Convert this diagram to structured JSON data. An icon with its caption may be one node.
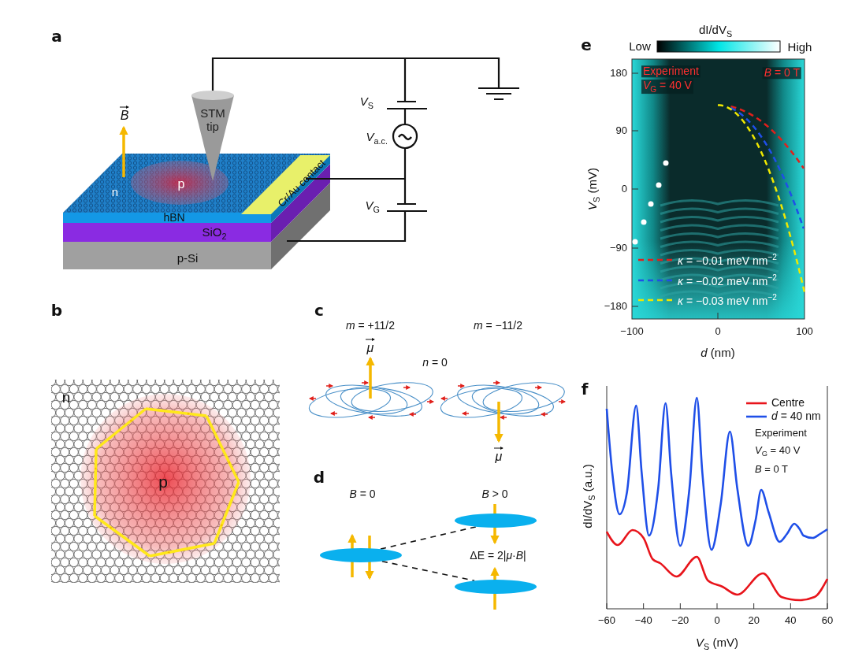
{
  "diagram": {
    "nodes": [
      {
        "text": [],
        "shape": "ellipse"
      },
      {
        "text": [],
        "shape": "ellipse"
      },
      {
        "text": [],
        "shape": "ellipse"
      }
    ],
    "edges": [
      {
        "from": 0,
        "to": 1,
        "arrow": "none",
        "style": "dashed"
      },
      {
        "from": 0,
        "to": 2,
        "arrow": "none",
        "style": "dashed"
      }
    ],
    "labels": [
      "a",
      "B",
      "STM tip",
      "n",
      "p",
      "Cr/Au contact",
      "hBN",
      "SiO$_{2}$",
      "p-Si",
      "*V*$_{S}$",
      "*V*$_{a.c.}$",
      "*V*$_{G}$",
      "b",
      "n",
      "p",
      "c",
      "*m* = +11/2",
      "*m* = −11/2",
      "μ",
      "*n* = 0",
      "μ",
      "d",
      "*B* = 0",
      "*B* > 0",
      "ΔE = 2|*μ*·*B*|",
      "e",
      "dI/dV$_{S}$",
      "Low",
      "High",
      "180",
      "Experiment",
      "*B* = 0 T",
      "*V*$_{G}$ = 40 V",
      "90",
      "0",
      "−90",
      "−180",
      "*V*$_{S}$ (mV)",
      "−100",
      "0",
      "100",
      "*d* (nm)",
      "f",
      "Experiment",
      "*V*$_{G}$ = 40 V",
      "*B* = 0 T",
      "dI/dV$_{S}$ (a.u.)",
      "−60",
      "−40",
      "−20",
      "0",
      "20",
      "40",
      "60",
      "*V*$_{S}$ (mV)"
    ],
    "legend": [
      {
        "text": "*κ* = −0.01 meV nm$^{−2}$"
      },
      {
        "text": "*κ* = −0.02 meV nm$^{−2}$"
      },
      {
        "text": "*κ* = −0.03 meV nm$^{−2}$"
      },
      {
        "text": "Centre"
      },
      {
        "text": "*d* = 40 nm"
      }
    ]
  }
}
